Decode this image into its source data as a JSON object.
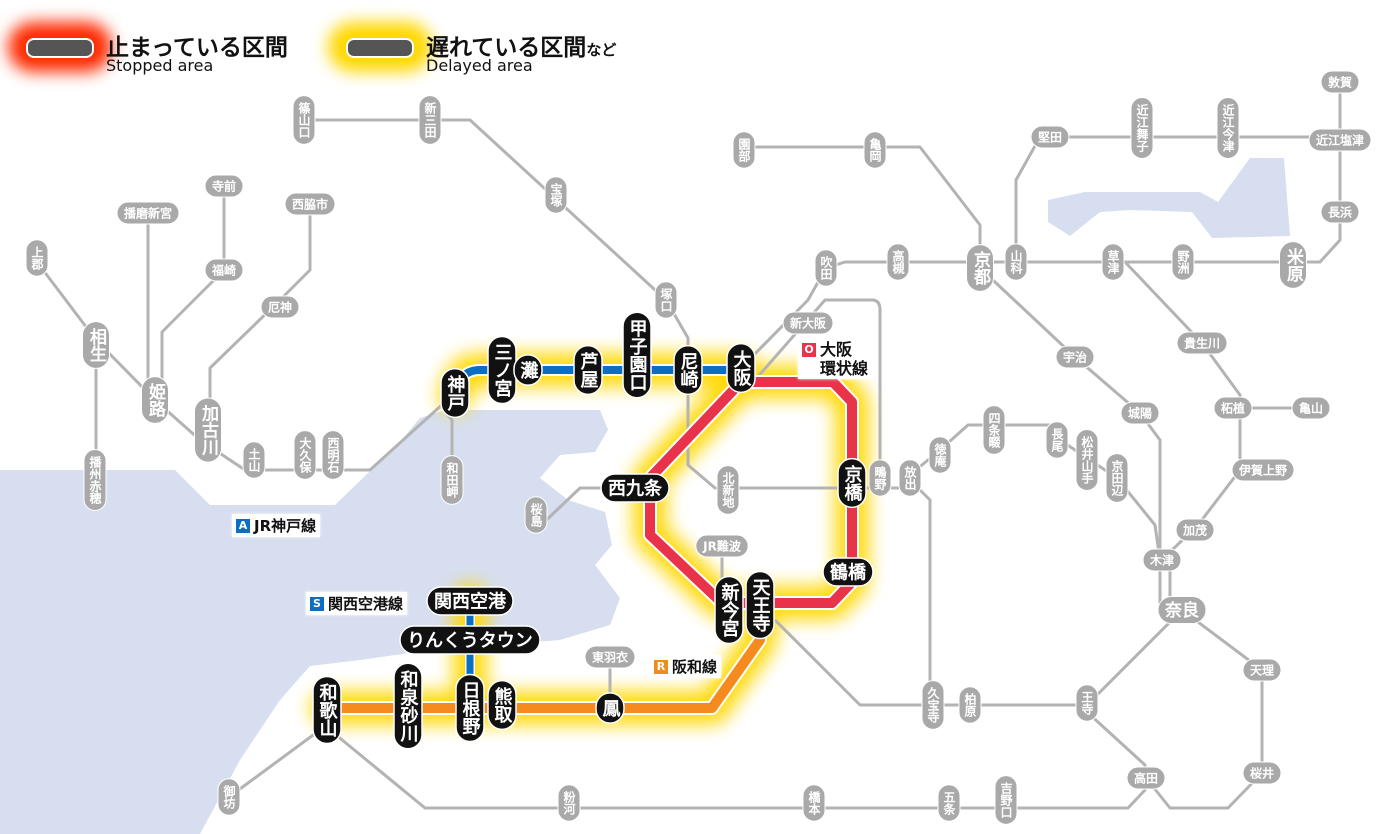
{
  "legend": {
    "stopped": {
      "ja": "止まっている区間",
      "en": "Stopped area",
      "color": "#ff2a00"
    },
    "delayed": {
      "ja": "遅れている区間",
      "ja_suffix": "など",
      "en": "Delayed area",
      "color": "#ffd800"
    }
  },
  "line_labels": {
    "kobe": {
      "badge": "A",
      "name": "JR神戸線",
      "color": "#0a6fc2"
    },
    "kanku": {
      "badge": "S",
      "name": "関西空港線",
      "color": "#0a6fc2"
    },
    "hanwa": {
      "badge": "R",
      "name": "阪和線",
      "color": "#f08c1e"
    },
    "loop": {
      "badge": "O",
      "name_line1": "大阪",
      "name_line2": "環状線",
      "color": "#e8334a"
    }
  },
  "colors": {
    "sea": "#d6deef",
    "minor_line": "#b3b3b3",
    "kobe_line": "#0a6fc2",
    "loop_line": "#e8334a",
    "hanwa_line": "#f58a1f",
    "delay_glow": "#ffd800",
    "station_major": "#111111",
    "station_minor": "#a9a9a9"
  },
  "stations": [
    "篠山口",
    "新三田",
    "宝塚",
    "塚口",
    "寺前",
    "播磨新宮",
    "西脇市",
    "上郡",
    "福崎",
    "相生",
    "姫路",
    "厄神",
    "加古川",
    "土山",
    "大久保",
    "西明石",
    "和田岬",
    "播州赤穂",
    "園部",
    "亀岡",
    "堅田",
    "近江舞子",
    "近江今津",
    "近江塩津",
    "敦賀",
    "長浜",
    "米原",
    "野洲",
    "草津",
    "山科",
    "京都",
    "高槻",
    "吹田",
    "新大阪",
    "宇治",
    "貴生川",
    "城陽",
    "柘植",
    "亀山",
    "伊賀上野",
    "四条畷",
    "徳庵",
    "長尾",
    "松井山手",
    "京田辺",
    "鴫野",
    "放出",
    "北新地",
    "桜島",
    "JR難波",
    "加茂",
    "木津",
    "奈良",
    "天理",
    "久宝寺",
    "柏原",
    "王寺",
    "高田",
    "桜井",
    "東羽衣",
    "御坊",
    "粉河",
    "橋本",
    "五条",
    "吉野口",
    "神戸",
    "三ノ宮",
    "灘",
    "芦屋",
    "甲子園口",
    "尼崎",
    "大阪",
    "西九条",
    "京橋",
    "鶴橋",
    "新今宮",
    "天王寺",
    "関西空港",
    "りんくうタウン",
    "和歌山",
    "和泉砂川",
    "日根野",
    "熊取",
    "鳳"
  ]
}
